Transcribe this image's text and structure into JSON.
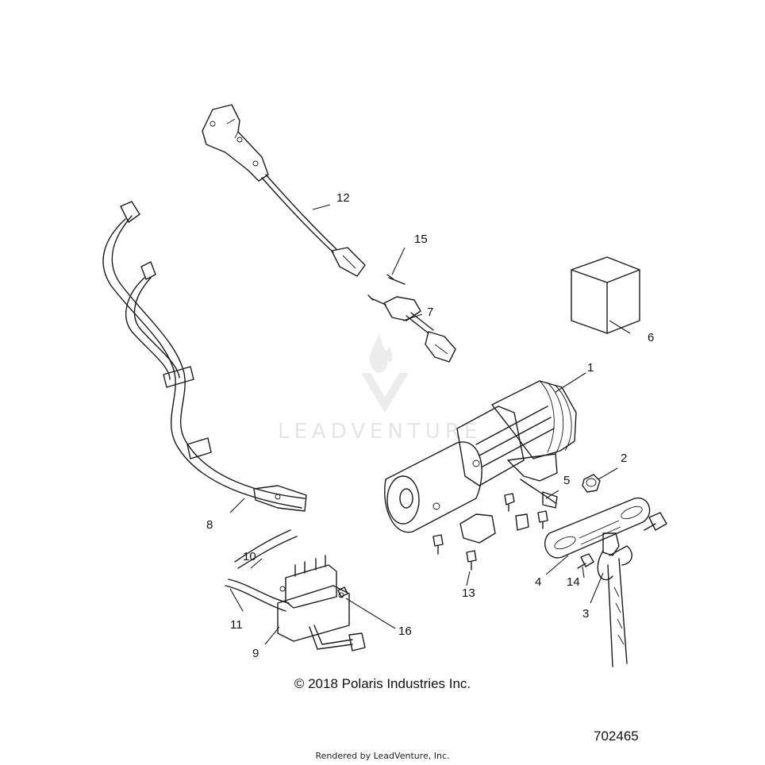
{
  "diagram": {
    "watermark": "LEADVENTURE",
    "callouts": [
      "1",
      "2",
      "3",
      "4",
      "5",
      "6",
      "7",
      "8",
      "9",
      "10",
      "11",
      "12",
      "13",
      "14",
      "15",
      "16"
    ]
  },
  "footer": {
    "copyright": "© 2018 Polaris Industries Inc.",
    "document_number": "702465",
    "rendered_by": "Rendered by LeadVenture, Inc."
  },
  "colors": {
    "line": "#1a1a1a",
    "watermark": "#e4e4e4",
    "background": "#ffffff"
  }
}
